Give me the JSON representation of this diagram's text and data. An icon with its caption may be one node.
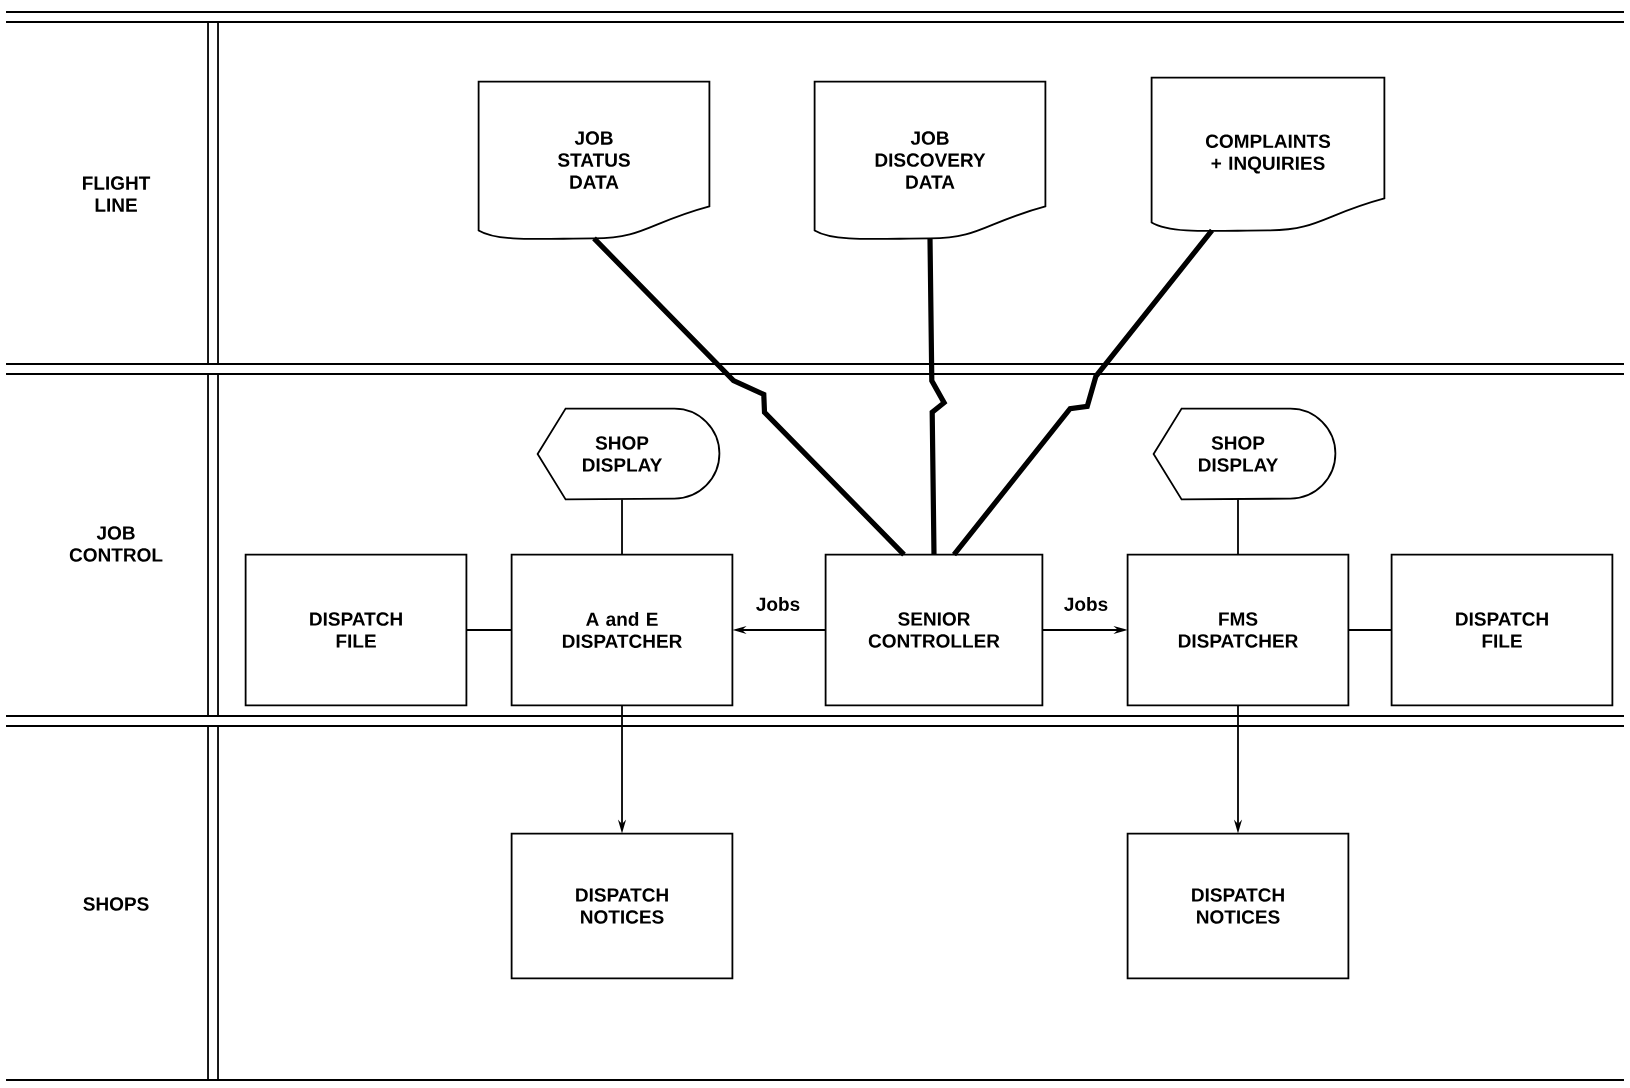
{
  "diagram": {
    "nodes": [
      {
        "text": [
          "JOB STATUS DATA"
        ]
      },
      {
        "text": [
          "JOB DISCOVERY DATA"
        ]
      },
      {
        "text": [
          "COMPLAINTS + INQUIRIES"
        ]
      },
      {
        "text": [
          "SHOP DISPLAY"
        ]
      },
      {
        "text": [
          "SHOP DISPLAY"
        ]
      },
      {
        "text": [
          "DISPATCH FILE"
        ]
      },
      {
        "text": [
          "A and E DISPATCHER"
        ]
      },
      {
        "text": [
          "SENIOR CONTROLLER"
        ]
      },
      {
        "text": [
          "FMS DISPATCHER"
        ]
      },
      {
        "text": [
          "DISPATCH FILE"
        ]
      },
      {
        "text": [
          "DISPATCH NOTICES"
        ]
      },
      {
        "text": [
          "DISPATCH NOTICES"
        ]
      }
    ],
    "edges": [
      {
        "from": 0,
        "to": 7,
        "arrow": "none",
        "style": "thick"
      },
      {
        "from": 1,
        "to": 7,
        "arrow": "none",
        "style": "thick"
      },
      {
        "from": 2,
        "to": 7,
        "arrow": "none",
        "style": "thick"
      },
      {
        "from": 3,
        "to": 6,
        "arrow": "none"
      },
      {
        "from": 4,
        "to": 8,
        "arrow": "none"
      },
      {
        "from": 5,
        "to": 6,
        "arrow": "none"
      },
      {
        "from": 7,
        "to": 6,
        "arrow": "to",
        "label": "Jobs"
      },
      {
        "from": 7,
        "to": 8,
        "arrow": "to",
        "label": "Jobs"
      },
      {
        "from": 8,
        "to": 9,
        "arrow": "none"
      },
      {
        "from": 6,
        "to": 10,
        "arrow": "to"
      },
      {
        "from": 8,
        "to": 11,
        "arrow": "to"
      }
    ],
    "labels": [
      "FLIGHT LINE",
      "JOB CONTROL",
      "SHOPS"
    ]
  }
}
